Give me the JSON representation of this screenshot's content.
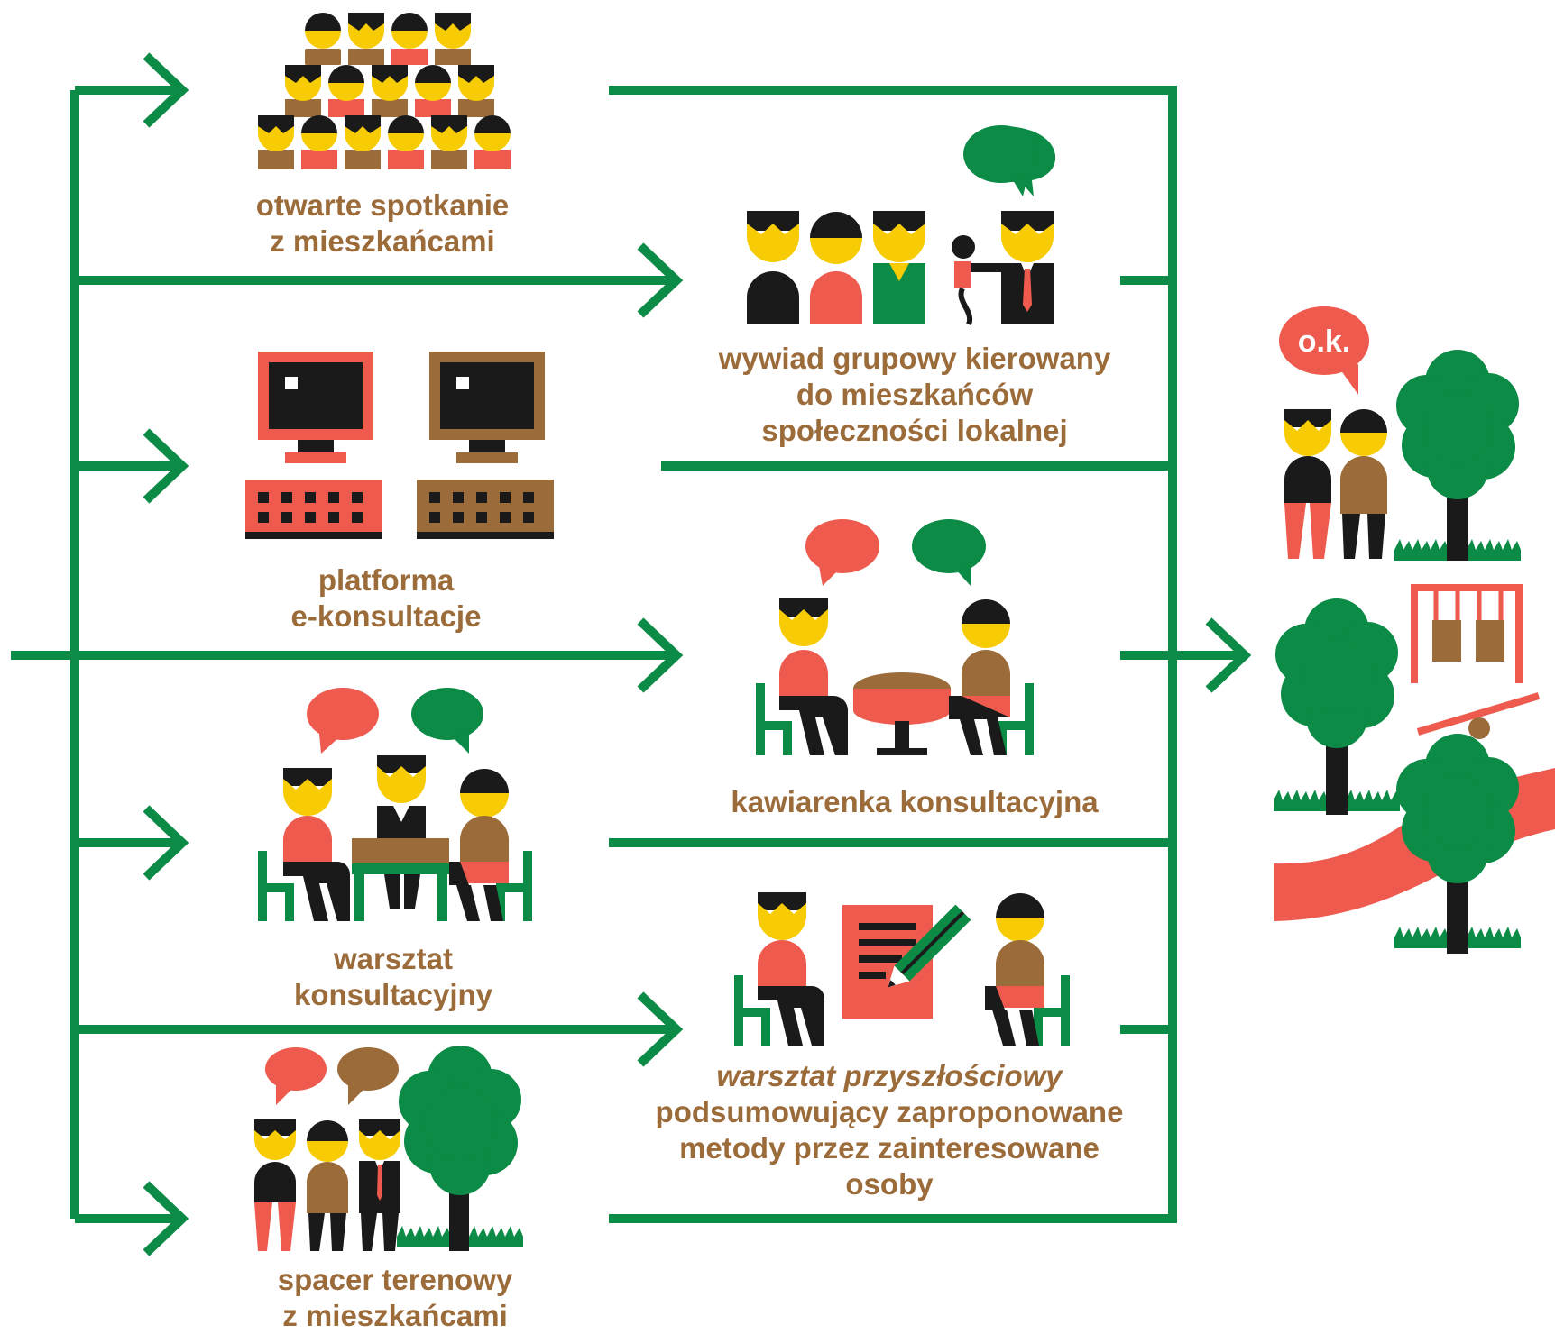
{
  "colors": {
    "green": "#0b8b45",
    "red": "#ee5a4e",
    "brown": "#9b6b3a",
    "yellow": "#f7cc05",
    "black": "#1a1a1a"
  },
  "methods": {
    "open_meeting": {
      "line1": "otwarte spotkanie",
      "line2": "z mieszkańcami"
    },
    "group_interview": {
      "line1": "wywiad grupowy kierowany",
      "line2": "do mieszkańców",
      "line3": "społeczności lokalnej"
    },
    "platform": {
      "line1": "platforma",
      "line2": "e-konsultacje"
    },
    "cafe": {
      "line1": "kawiarenka konsultacyjna"
    },
    "workshop": {
      "line1": "warsztat",
      "line2": "konsultacyjny"
    },
    "future_workshop": {
      "title": "warsztat przyszłościowy",
      "line2": "podsumowujący zaproponowane",
      "line3": "metody przez zainteresowane",
      "line4": "osoby"
    },
    "field_walk": {
      "line1": "spacer terenowy",
      "line2": "z mieszkańcami"
    }
  },
  "outcome": {
    "bubble": "o.k."
  }
}
